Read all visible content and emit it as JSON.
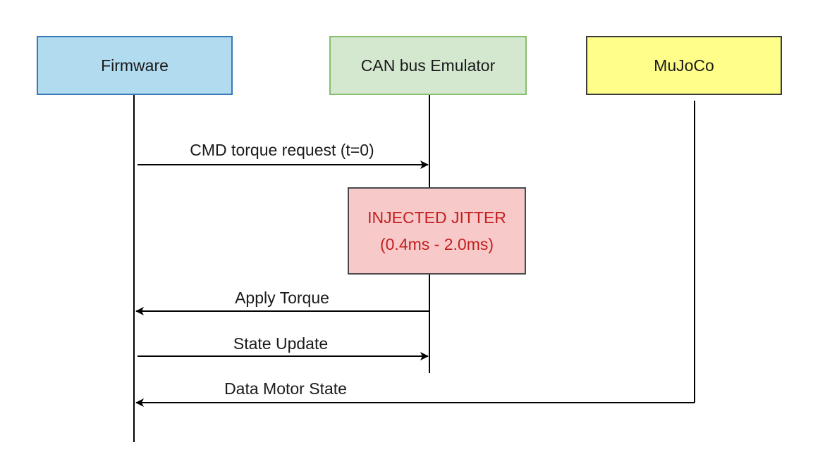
{
  "participants": {
    "firmware": {
      "label": "Firmware",
      "fill": "#b1dcf0",
      "border": "#3a78b6"
    },
    "can_bus": {
      "label": "CAN bus Emulator",
      "fill": "#d4e8d0",
      "border": "#86bf6e"
    },
    "mujoco": {
      "label": "MuJoCo",
      "fill": "#fefe88",
      "border": "#3b3b3b"
    }
  },
  "jitter_box": {
    "line1": "INJECTED JITTER",
    "line2": "(0.4ms - 2.0ms)",
    "fill": "#f8c9c9",
    "text_color": "#c21f1f"
  },
  "messages": [
    {
      "label": "CMD torque request (t=0)",
      "from": "Firmware",
      "to": "CAN bus Emulator"
    },
    {
      "label": "Apply Torque",
      "from": "CAN bus Emulator",
      "to": "Firmware"
    },
    {
      "label": "State Update",
      "from": "Firmware",
      "to": "CAN bus Emulator"
    },
    {
      "label": "Data Motor State",
      "from": "MuJoCo",
      "to": "Firmware"
    }
  ]
}
